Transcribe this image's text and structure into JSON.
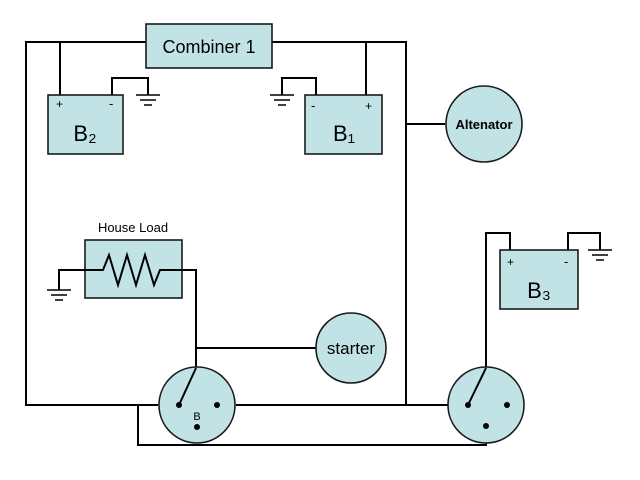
{
  "diagram": {
    "combiner_label": "Combiner 1",
    "battery_b2": {
      "label": "B₂",
      "plus": "+",
      "minus": "-"
    },
    "battery_b1": {
      "label": "B₁",
      "plus": "+",
      "minus": "-"
    },
    "battery_b3": {
      "label": "B₃",
      "plus": "+",
      "minus": "-"
    },
    "alternator_label": "Altenator",
    "house_load_label": "House Load",
    "starter_label": "starter",
    "switch1_terminal_label": "B"
  }
}
